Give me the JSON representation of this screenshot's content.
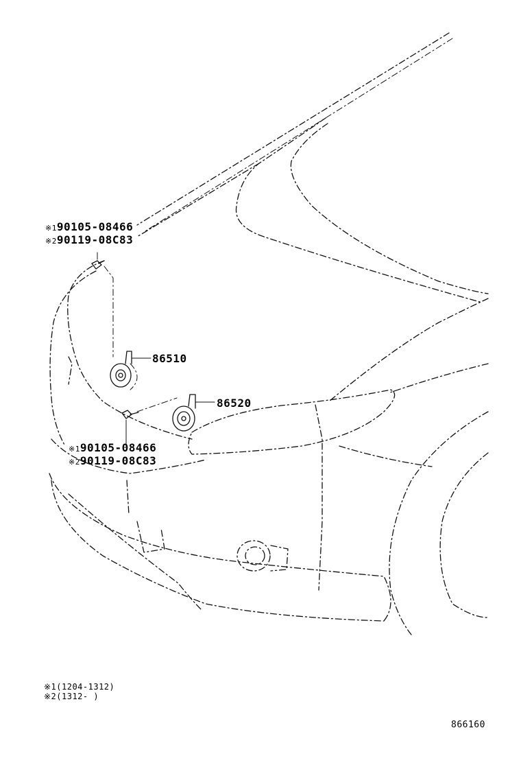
{
  "callouts": {
    "top_bolt": {
      "marker1": "※1",
      "part1": "90105-08466",
      "marker2": "※2",
      "part2": "90119-08C83"
    },
    "horn_high": "86510",
    "horn_low": "86520",
    "bottom_bolt": {
      "marker1": "※1",
      "part1": "90105-08466",
      "marker2": "※2",
      "part2": "90119-08C83"
    }
  },
  "footnotes": [
    {
      "marker": "※1",
      "range": "(1204-1312)"
    },
    {
      "marker": "※2",
      "range": "(1312-     )"
    }
  ],
  "illustration_number": "866160"
}
